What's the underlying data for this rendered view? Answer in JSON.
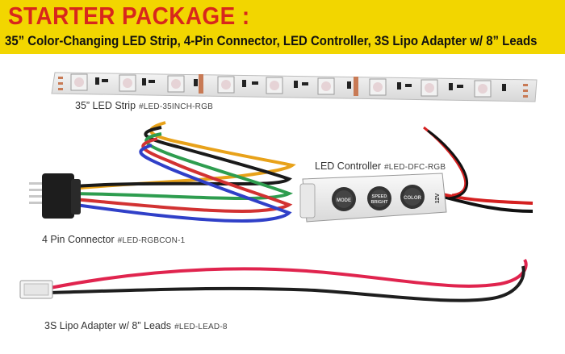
{
  "header": {
    "title": "STARTER PACKAGE :",
    "subtitle": "35” Color-Changing LED Strip, 4-Pin Connector, LED Controller, 3S Lipo Adapter w/ 8” Leads"
  },
  "products": {
    "strip": {
      "name": "35” LED Strip",
      "sku": "#LED-35INCH-RGB"
    },
    "controller": {
      "name": "LED Controller",
      "sku": "#LED-DFC-RGB"
    },
    "connector": {
      "name": "4 Pin Connector",
      "sku": "#LED-RGBCON-1"
    },
    "adapter": {
      "name": "3S Lipo Adapter w/ 8” Leads",
      "sku": "#LED-LEAD-8"
    }
  },
  "controller_buttons": {
    "mode": "MODE",
    "speed": "SPEED",
    "bright": "BRIGHT",
    "color": "COLOR",
    "voltage": "12V"
  },
  "colors": {
    "banner": "#f2d600",
    "title": "#d8271c"
  }
}
